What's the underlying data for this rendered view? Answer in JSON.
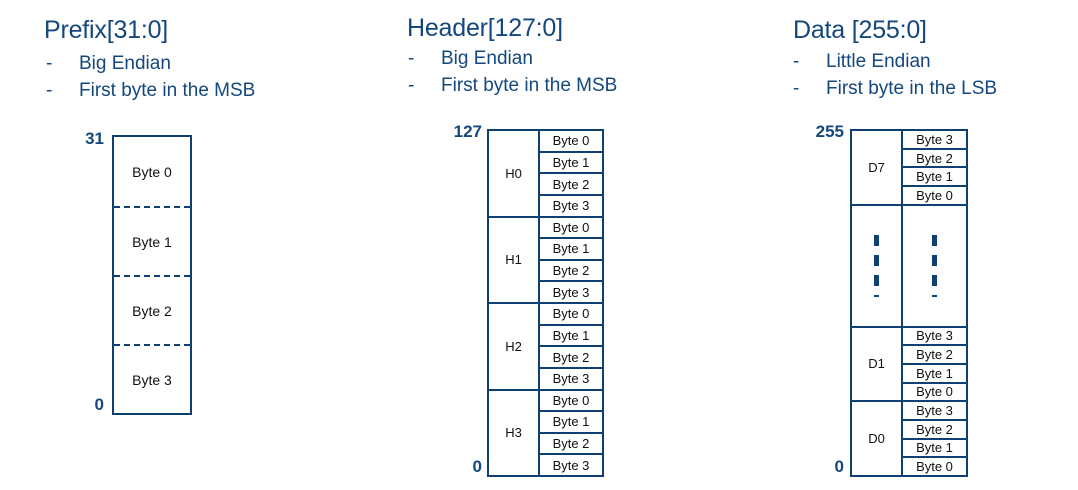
{
  "columns": [
    {
      "id": "prefix",
      "title": "Prefix[31:0]",
      "bullets": [
        {
          "dash": "-",
          "text": "Big Endian"
        },
        {
          "dash": "-",
          "text": "First byte in the MSB"
        }
      ],
      "top_bit": "31",
      "bottom_bit": "0",
      "diagram_type": "dashed-segment-box",
      "segments": [
        "Byte 0",
        "Byte 1",
        "Byte 2",
        "Byte 3"
      ]
    },
    {
      "id": "header",
      "title": "Header[127:0]",
      "bullets": [
        {
          "dash": "-",
          "text": "Big Endian"
        },
        {
          "dash": "-",
          "text": "First byte in the MSB"
        }
      ],
      "top_bit": "127",
      "bottom_bit": "0",
      "diagram_type": "grouped-byte-table",
      "groups": [
        {
          "name": "H0",
          "bytes": [
            "Byte 0",
            "Byte 1",
            "Byte 2",
            "Byte 3"
          ]
        },
        {
          "name": "H1",
          "bytes": [
            "Byte 0",
            "Byte 1",
            "Byte 2",
            "Byte 3"
          ]
        },
        {
          "name": "H2",
          "bytes": [
            "Byte 0",
            "Byte 1",
            "Byte 2",
            "Byte 3"
          ]
        },
        {
          "name": "H3",
          "bytes": [
            "Byte 0",
            "Byte 1",
            "Byte 2",
            "Byte 3"
          ]
        }
      ]
    },
    {
      "id": "data",
      "title": "Data [255:0]",
      "bullets": [
        {
          "dash": "-",
          "text": "Little Endian"
        },
        {
          "dash": "-",
          "text": "First byte in the LSB"
        }
      ],
      "top_bit": "255",
      "bottom_bit": "0",
      "diagram_type": "grouped-byte-table",
      "groups": [
        {
          "name": "D7",
          "bytes": [
            "Byte 3",
            "Byte 2",
            "Byte 1",
            "Byte 0"
          ]
        },
        {
          "name": "ellipsis",
          "bytes": []
        },
        {
          "name": "D1",
          "bytes": [
            "Byte 3",
            "Byte 2",
            "Byte 1",
            "Byte 0"
          ]
        },
        {
          "name": "D0",
          "bytes": [
            "Byte 3",
            "Byte 2",
            "Byte 1",
            "Byte 0"
          ]
        }
      ]
    }
  ],
  "colors": {
    "accent_blue": "#14477D",
    "border_blue": "#0E4071",
    "cell_text": "#111111",
    "background": "#FFFFFF"
  }
}
